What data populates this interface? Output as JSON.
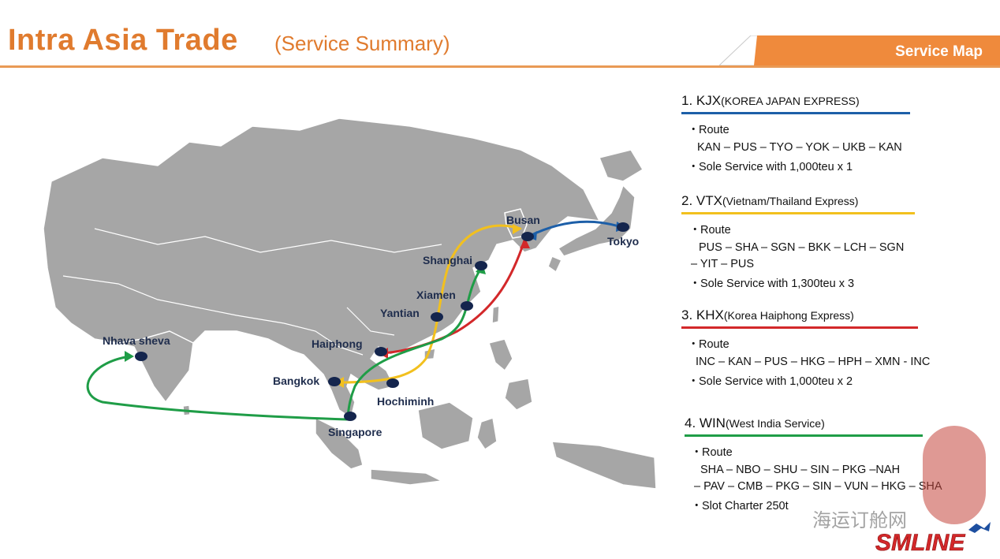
{
  "header": {
    "title": "Intra Asia Trade",
    "subtitle": "(Service Summary)",
    "service_map_label": "Service Map"
  },
  "colors": {
    "accent_orange": "#ef8a3c",
    "kjx": "#1d5fa8",
    "vtx": "#f2c01e",
    "khx": "#d3282a",
    "win": "#1f9d47",
    "port_marker": "#14254d",
    "land": "#a6a6a6"
  },
  "map": {
    "ports": [
      {
        "name": "Busan"
      },
      {
        "name": "Tokyo"
      },
      {
        "name": "Shanghai"
      },
      {
        "name": "Xiamen"
      },
      {
        "name": "Yantian"
      },
      {
        "name": "Haiphong"
      },
      {
        "name": "Nhava sheva"
      },
      {
        "name": "Bangkok"
      },
      {
        "name": "Hochiminh"
      },
      {
        "name": "Singapore"
      }
    ]
  },
  "services": [
    {
      "title": "1. KJX",
      "full_name": "(KOREA JAPAN EXPRESS)",
      "route_label": "Route",
      "route_lines": [
        "KAN – PUS – TYO – YOK – UKB – KAN"
      ],
      "note": "Sole Service with 1,000teu x 1"
    },
    {
      "title": "2. VTX",
      "full_name": "(Vietnam/Thailand  Express)",
      "route_label": "Route",
      "route_lines": [
        "PUS – SHA – SGN – BKK – LCH  – SGN",
        "– YIT – PUS"
      ],
      "note": "Sole Service with 1,300teu x 3"
    },
    {
      "title": "3. KHX",
      "full_name": "(Korea Haiphong Express)",
      "route_label": "Route",
      "route_lines": [
        "INC – KAN – PUS – HKG – HPH – XMN - INC"
      ],
      "note": "Sole Service with 1,000teu x 2"
    },
    {
      "title": "4. WIN",
      "full_name": "(West India Service)",
      "route_label": "Route",
      "route_lines": [
        "SHA – NBO – SHU – SIN – PKG –NAH",
        "– PAV – CMB – PKG – SIN – VUN – HKG – SHA"
      ],
      "note": "Slot Charter 250t"
    }
  ],
  "logo": {
    "text": "SMLINE"
  },
  "watermark": {
    "text": "海运订舱网"
  }
}
